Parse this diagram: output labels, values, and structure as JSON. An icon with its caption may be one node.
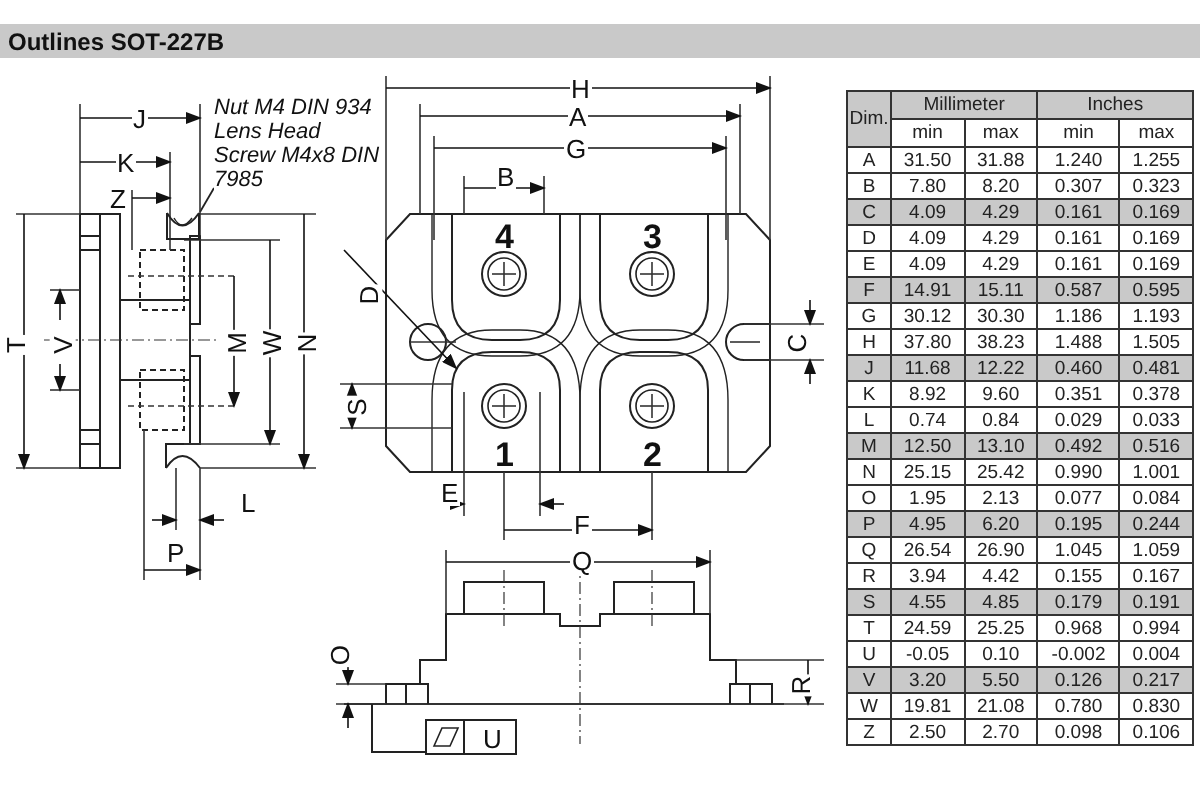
{
  "diagram": {
    "title": "Outlines SOT-227B",
    "nodes": [
      {
        "text": [
          "Nut M4 DIN 934",
          "Lens Head Screw M4x8 DIN 7985"
        ]
      },
      {
        "text": [],
        "shape": "picture"
      }
    ],
    "edges": [
      {
        "from": 0,
        "to": 1,
        "arrow": "none"
      }
    ],
    "labels": [
      "J",
      "K",
      "Z",
      "H",
      "A",
      "G",
      "B",
      "4",
      "3",
      "D",
      "T",
      "V",
      "M",
      "W",
      "N",
      "C",
      "S",
      "1",
      "2",
      "E",
      "L",
      "F",
      "P",
      "Q",
      "O",
      "R",
      "U",
      "Dim.",
      "Millimeter",
      "Inches",
      "min",
      "max",
      "min",
      "max",
      "A",
      "31.50",
      "31.88",
      "1.240",
      "1.255",
      "B",
      "7.80",
      "8.20",
      "0.307",
      "0.323",
      "C",
      "4.09",
      "4.29",
      "0.161",
      "0.169",
      "D",
      "4.09",
      "4.29",
      "0.161",
      "0.169",
      "E",
      "4.09",
      "4.29",
      "0.161",
      "0.169",
      "F",
      "14.91",
      "15.11",
      "0.587",
      "0.595",
      "G",
      "30.12",
      "30.30",
      "1.186",
      "1.193",
      "H",
      "37.80",
      "38.23",
      "1.488",
      "1.505",
      "J",
      "11.68",
      "12.22",
      "0.460",
      "0.481",
      "K",
      "8.92",
      "9.60",
      "0.351",
      "0.378",
      "L",
      "0.74",
      "0.84",
      "0.029",
      "0.033",
      "M",
      "12.50",
      "13.10",
      "0.492",
      "0.516",
      "N",
      "25.15",
      "25.42",
      "0.990",
      "1.001",
      "O",
      "1.95",
      "2.13",
      "0.077",
      "0.084",
      "P",
      "4.95",
      "6.20",
      "0.195",
      "0.244",
      "Q",
      "26.54",
      "26.90",
      "1.045",
      "1.059",
      "R",
      "3.94",
      "4.42",
      "0.155",
      "0.167",
      "S",
      "4.55",
      "4.85",
      "0.179",
      "0.191",
      "T",
      "24.59",
      "25.25",
      "0.968",
      "0.994",
      "U",
      "-0.05",
      "0.10",
      "-0.002",
      "0.004",
      "V",
      "3.20",
      "5.50",
      "0.126",
      "0.217",
      "W",
      "19.81",
      "21.08",
      "0.780",
      "0.830",
      "Z",
      "2.50",
      "2.70",
      "0.098",
      "0.106"
    ]
  }
}
